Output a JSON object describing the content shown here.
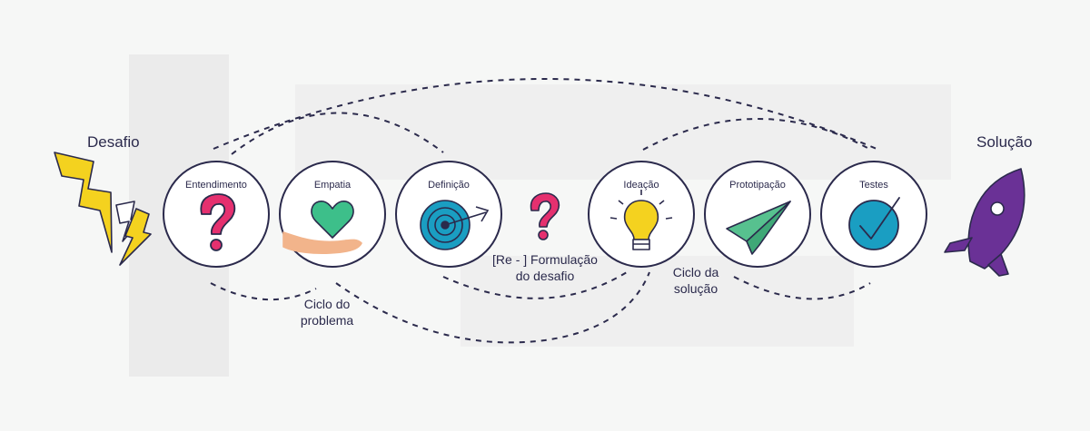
{
  "diagram": {
    "start_label": "Desafio",
    "end_label": "Solução",
    "stages": [
      {
        "label": "Entendimento",
        "icon": "question-mark-icon"
      },
      {
        "label": "Empatia",
        "icon": "heart-hand-icon"
      },
      {
        "label": "Definição",
        "icon": "target-dart-icon"
      },
      {
        "label": "Ideação",
        "icon": "lightbulb-icon"
      },
      {
        "label": "Prototipação",
        "icon": "paper-plane-icon"
      },
      {
        "label": "Testes",
        "icon": "checkmark-icon"
      }
    ],
    "middle_caption": {
      "line1": "[Re - ] Formulação",
      "line2": "do desafio"
    },
    "problem_cycle": {
      "line1": "Ciclo do",
      "line2": "problema"
    },
    "solution_cycle": {
      "line1": "Ciclo da",
      "line2": "solução"
    },
    "colors": {
      "navy": "#2b2a4c",
      "pink": "#e5306f",
      "green": "#3dbf8a",
      "teal": "#1a9ec2",
      "yellow": "#f4d21f",
      "mint": "#57c18f",
      "purple": "#6a3196",
      "backdrop": "#ebebeb"
    }
  }
}
